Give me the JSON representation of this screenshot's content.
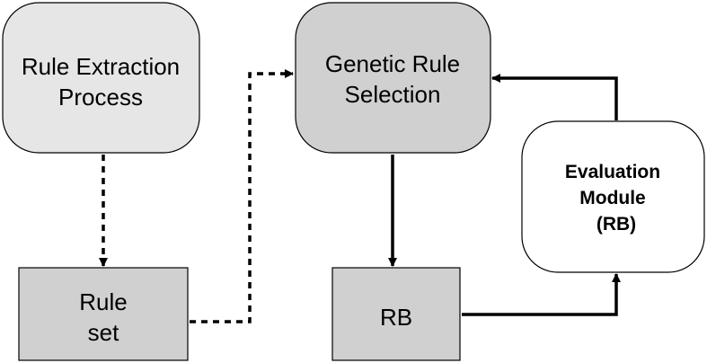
{
  "diagram": {
    "nodes": {
      "rule_extraction": {
        "line1": "Rule Extraction",
        "line2": "Process",
        "fill": "#e6e6e6"
      },
      "genetic_rule_selection": {
        "line1": "Genetic Rule",
        "line2": "Selection",
        "fill": "#d0d0d0"
      },
      "rule_set": {
        "line1": "Rule",
        "line2": "set",
        "fill": "#d0d0d0"
      },
      "rb": {
        "line1": "RB",
        "fill": "#d0d0d0"
      },
      "evaluation_module": {
        "line1": "Evaluation",
        "line2": "Module",
        "line3": "(RB)",
        "fill": "#ffffff"
      }
    },
    "edges": [
      {
        "from": "Rule Extraction Process",
        "to": "Rule set",
        "style": "dashed"
      },
      {
        "from": "Rule set",
        "to": "Genetic Rule Selection",
        "style": "dashed"
      },
      {
        "from": "Genetic Rule Selection",
        "to": "RB",
        "style": "solid"
      },
      {
        "from": "RB",
        "to": "Evaluation Module (RB)",
        "style": "solid"
      },
      {
        "from": "Evaluation Module (RB)",
        "to": "Genetic Rule Selection",
        "style": "solid"
      }
    ],
    "colors": {
      "stroke": "#000000",
      "background": "#ffffff"
    }
  }
}
